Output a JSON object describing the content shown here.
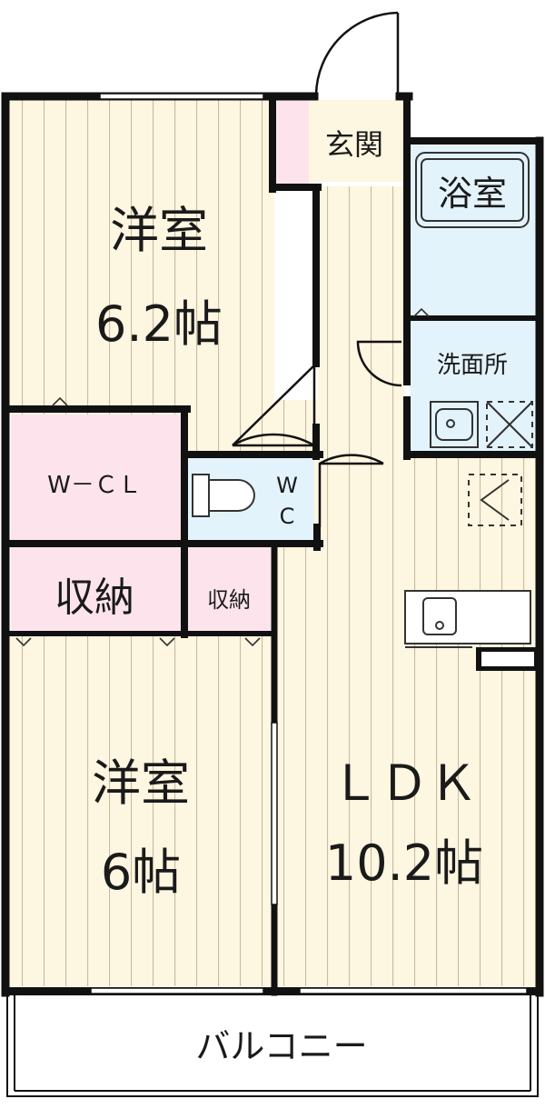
{
  "rooms": {
    "western_room_1": {
      "name": "洋室",
      "size": "6.2帖"
    },
    "western_room_2": {
      "name": "洋室",
      "size": "6帖"
    },
    "ldk": {
      "name": "ＬＤＫ",
      "size": "10.2帖"
    },
    "entrance": "玄関",
    "bath": "浴室",
    "washroom": "洗面所",
    "walk_in_closet": "W－ＣＬ",
    "storage_large": "収納",
    "storage_small": "収納",
    "toilet": [
      "W",
      "C"
    ],
    "balcony": "バルコニー"
  },
  "colors": {
    "floor": "#fdf6e0",
    "floor_lines": "#c7bba4",
    "storage": "#fde4ec",
    "wet_area": "#e3f3fb",
    "wall": "#111111"
  }
}
